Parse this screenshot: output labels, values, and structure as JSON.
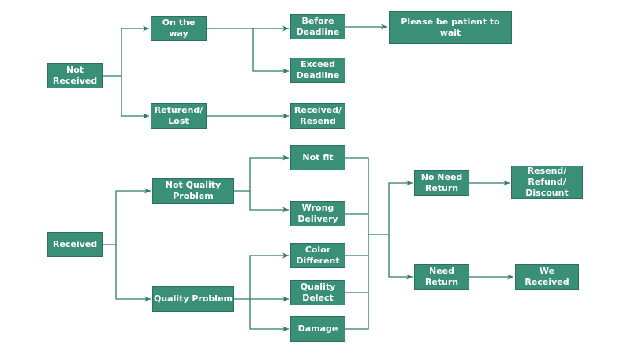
{
  "nodes": {
    "not_received": "Not\nReceived",
    "on_the_way": "On the way",
    "before_deadline": "Before\nDeadline",
    "please_wait": "Please be patient to wait",
    "exceed_deadline": "Exceed\nDeadline",
    "returned_lost": "Returend/\nLost",
    "received_resend": "Received/\nResend",
    "received": "Received",
    "not_quality_problem": "Not Quality\nProblem",
    "not_fit": "Not fit",
    "wrong_delivery": "Wrong\nDelivery",
    "quality_problem": "Quality Problem",
    "color_different": "Color\nDifferent",
    "quality_defect": "Quality\nDelect",
    "damage": "Damage",
    "no_need_return": "No Need\nReturn",
    "resend_refund_discount": "Resend/\nRefund/\nDiscount",
    "need_return": "Need\nReturn",
    "we_received": "We Received"
  },
  "colors": {
    "node_fill": "#3a9077",
    "node_border": "#2d6f5c",
    "connector": "#2f7a66",
    "text": "#ffffff",
    "background": "#ffffff"
  }
}
